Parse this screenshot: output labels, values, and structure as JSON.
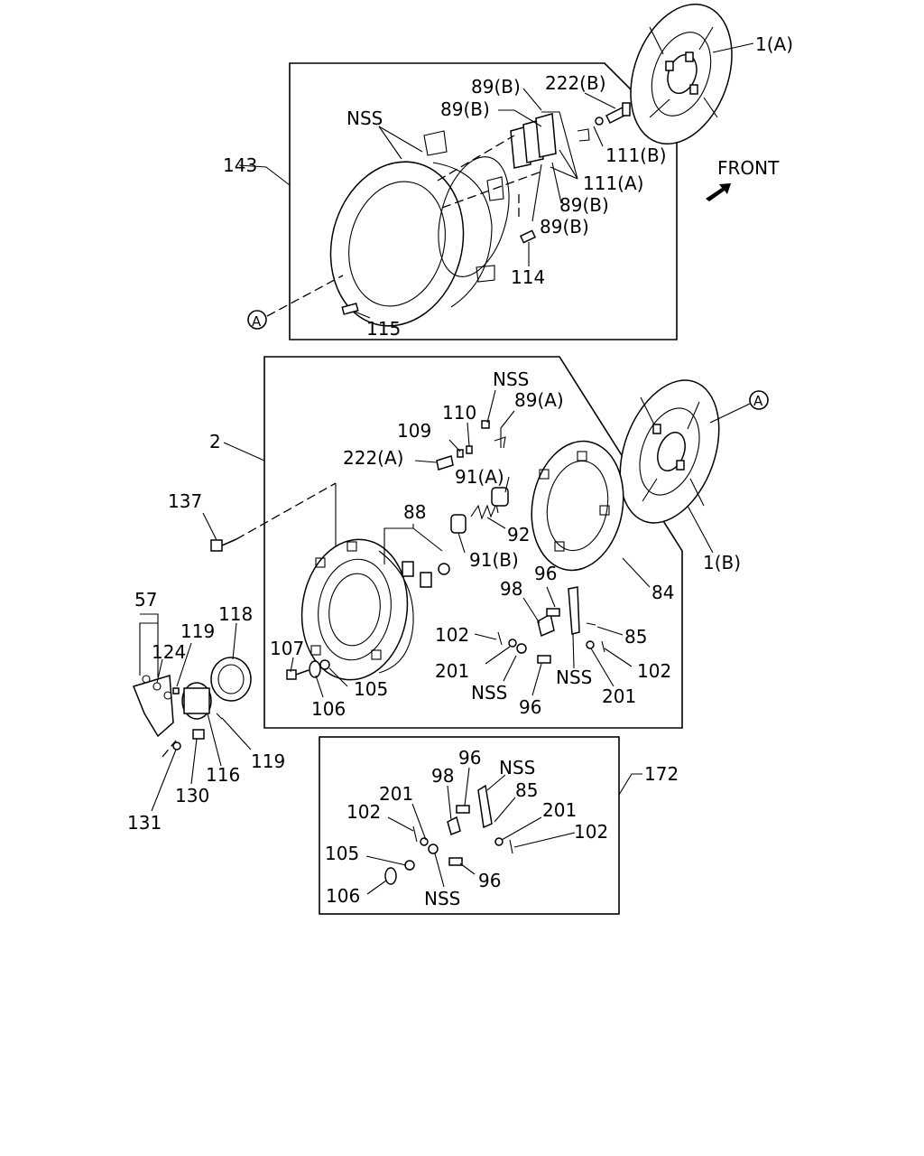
{
  "labels": {
    "l_1a": "1(A)",
    "l_222b": "222(B)",
    "l_89b_1": "89(B)",
    "l_89b_2": "89(B)",
    "l_nss_1": "NSS",
    "l_143": "143",
    "l_111b": "111(B)",
    "l_111a": "111(A)",
    "l_front": "FRONT",
    "l_89b_3": "89(B)",
    "l_89b_4": "89(B)",
    "l_114": "114",
    "l_115": "115",
    "l_a_top": "A",
    "l_nss_2": "NSS",
    "l_110": "110",
    "l_89a": "89(A)",
    "l_109": "109",
    "l_2": "2",
    "l_222a": "222(A)",
    "l_91a": "91(A)",
    "l_137": "137",
    "l_a_mid": "A",
    "l_88": "88",
    "l_92": "92",
    "l_91b": "91(B)",
    "l_1b": "1(B)",
    "l_96_1": "96",
    "l_98_1": "98",
    "l_84": "84",
    "l_57": "57",
    "l_118": "118",
    "l_119_1": "119",
    "l_124": "124",
    "l_85_1": "85",
    "l_102_1": "102",
    "l_107": "107",
    "l_201_1": "201",
    "l_102_2": "102",
    "l_105_1": "105",
    "l_nss_3": "NSS",
    "l_nss_4": "NSS",
    "l_201_2": "201",
    "l_106_1": "106",
    "l_96_2": "96",
    "l_119_2": "119",
    "l_116": "116",
    "l_130": "130",
    "l_131": "131",
    "l_96_3": "96",
    "l_nss_5": "NSS",
    "l_172": "172",
    "l_98_2": "98",
    "l_85_2": "85",
    "l_201_3": "201",
    "l_201_4": "201",
    "l_102_3": "102",
    "l_102_4": "102",
    "l_105_2": "105",
    "l_96_4": "96",
    "l_nss_6": "NSS",
    "l_106_2": "106"
  }
}
